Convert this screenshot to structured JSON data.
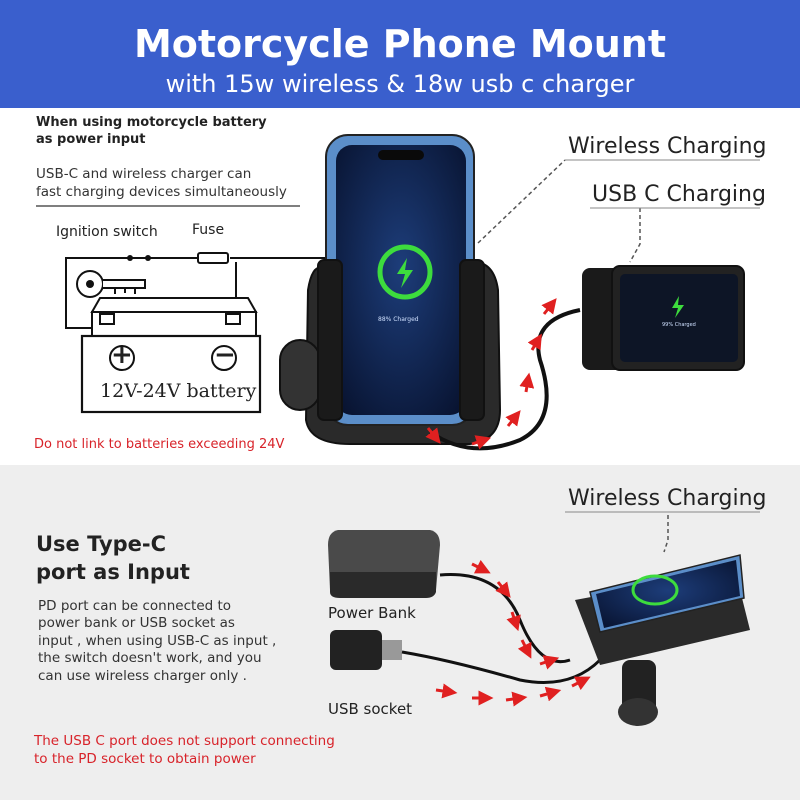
{
  "header": {
    "title": "Motorcycle Phone Mount",
    "subtitle": "with 15w wireless & 18w usb c charger"
  },
  "top": {
    "heading": "When using motorcycle battery as power input",
    "heading_lines": [
      "When using motorcycle battery",
      "as power input"
    ],
    "desc_lines": [
      "USB-C and wireless charger can",
      "fast charging devices simultaneously"
    ],
    "ignition_label": "Ignition switch",
    "fuse_label": "Fuse",
    "battery_label": "12V-24V battery",
    "plus_symbol": "+",
    "minus_symbol": "−",
    "wireless_label": "Wireless Charging",
    "usbc_label": "USB C Charging",
    "phone_status": "88% Charged",
    "device_status": "99% Charged",
    "warning": "Do not link to batteries exceeding 24V"
  },
  "bottom": {
    "heading_lines": [
      "Use Type-C",
      "port as Input"
    ],
    "desc_lines": [
      "PD port can be connected to",
      "power bank or USB socket as",
      "input , when using USB-C as input ,",
      "the switch doesn't work, and you",
      "can use wireless charger only ."
    ],
    "powerbank_label": "Power Bank",
    "usb_socket_label": "USB socket",
    "wireless_label": "Wireless Charging",
    "warning_lines": [
      "The USB C port does not support connecting",
      "to the PD socket to obtain power"
    ]
  },
  "colors": {
    "banner": "#3a5fcd",
    "warning_red": "#d8232a",
    "charge_green": "#3ddc3d",
    "phone_frame": "#5b8ec9"
  }
}
